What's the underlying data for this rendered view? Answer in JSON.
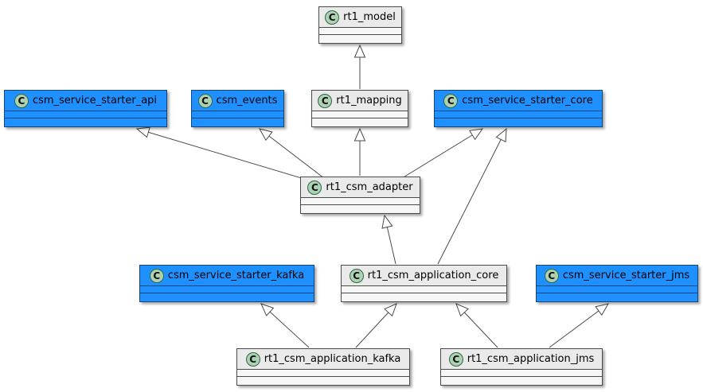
{
  "diagram": {
    "type": "uml-class-diagram",
    "icon_letter": "C",
    "colors": {
      "module_blue": "#1E90FF",
      "class_gray_header": "#EAEAEA",
      "class_gray_body": "#F6F6F6",
      "icon_fill": "#ADD1B2",
      "icon_border": "#2E6846",
      "line": "#4A4A4A"
    },
    "nodes": {
      "rt1_model": {
        "label": "rt1_model",
        "stereotype": "class",
        "fill": "gray"
      },
      "csm_service_starter_api": {
        "label": "csm_service_starter_api",
        "stereotype": "class",
        "fill": "blue"
      },
      "csm_events": {
        "label": "csm_events",
        "stereotype": "class",
        "fill": "blue"
      },
      "rt1_mapping": {
        "label": "rt1_mapping",
        "stereotype": "class",
        "fill": "gray"
      },
      "csm_service_starter_core": {
        "label": "csm_service_starter_core",
        "stereotype": "class",
        "fill": "blue"
      },
      "rt1_csm_adapter": {
        "label": "rt1_csm_adapter",
        "stereotype": "class",
        "fill": "gray"
      },
      "csm_service_starter_kafka": {
        "label": "csm_service_starter_kafka",
        "stereotype": "class",
        "fill": "blue"
      },
      "rt1_csm_application_core": {
        "label": "rt1_csm_application_core",
        "stereotype": "class",
        "fill": "gray"
      },
      "csm_service_starter_jms": {
        "label": "csm_service_starter_jms",
        "stereotype": "class",
        "fill": "blue"
      },
      "rt1_csm_application_kafka": {
        "label": "rt1_csm_application_kafka",
        "stereotype": "class",
        "fill": "gray"
      },
      "rt1_csm_application_jms": {
        "label": "rt1_csm_application_jms",
        "stereotype": "class",
        "fill": "gray"
      }
    },
    "edges": [
      {
        "from": "rt1_mapping",
        "to": "rt1_model",
        "relation": "inheritance"
      },
      {
        "from": "rt1_csm_adapter",
        "to": "csm_service_starter_api",
        "relation": "inheritance"
      },
      {
        "from": "rt1_csm_adapter",
        "to": "csm_events",
        "relation": "inheritance"
      },
      {
        "from": "rt1_csm_adapter",
        "to": "rt1_mapping",
        "relation": "inheritance"
      },
      {
        "from": "rt1_csm_adapter",
        "to": "csm_service_starter_core",
        "relation": "inheritance"
      },
      {
        "from": "rt1_csm_application_core",
        "to": "rt1_csm_adapter",
        "relation": "inheritance"
      },
      {
        "from": "rt1_csm_application_core",
        "to": "csm_service_starter_core",
        "relation": "inheritance"
      },
      {
        "from": "rt1_csm_application_kafka",
        "to": "csm_service_starter_kafka",
        "relation": "inheritance"
      },
      {
        "from": "rt1_csm_application_kafka",
        "to": "rt1_csm_application_core",
        "relation": "inheritance"
      },
      {
        "from": "rt1_csm_application_jms",
        "to": "rt1_csm_application_core",
        "relation": "inheritance"
      },
      {
        "from": "rt1_csm_application_jms",
        "to": "csm_service_starter_jms",
        "relation": "inheritance"
      }
    ]
  }
}
